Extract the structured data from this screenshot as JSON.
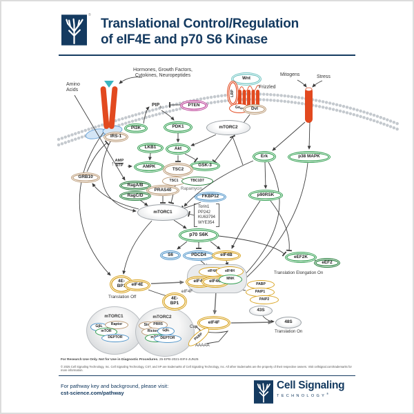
{
  "colors": {
    "brand_navy": "#143a60",
    "green": "#2f9e4e",
    "dark_green": "#1e7a35",
    "tan": "#bb9a76",
    "magenta": "#bb3d96",
    "blue": "#4f94c9",
    "gold": "#d8a21d",
    "orange": "#e2491f",
    "teal": "#6fc4c2",
    "gray": "#9aa0a5"
  },
  "header": {
    "title_line1": "Translational Control/Regulation",
    "title_line2": "of eIF4E and p70 S6 Kinase",
    "reg": "®"
  },
  "labels": {
    "amino_1": "Amino",
    "amino_2": "Acids",
    "hormones_1": "Hormones, Growth Factors,",
    "hormones_2": "Cytokines, Neuropeptides",
    "pip3_base": "PIP",
    "pip3_sub": "3",
    "frizzled": "Frizzled",
    "mitogens": "Mitogens",
    "stress": "Stress",
    "up_arrow": "↑",
    "amp": "AMP",
    "atp": "ATP",
    "rapamycin": "Rapamycin",
    "inhibitors": [
      "Torin1",
      "PP242",
      "KU63794",
      "WYE354"
    ],
    "translation_off": "Translation Off",
    "translation_elongation_on": "Translation Elongation On",
    "translation_on": "Translation On",
    "eif4f_complex_label": "eIF4F",
    "cap": "Cap",
    "poly_a": "AAAAA"
  },
  "nodes": {
    "irs1": {
      "label": "IRS-1"
    },
    "pi3k": {
      "label": "PI3K"
    },
    "pten": {
      "label": "PTEN"
    },
    "pdk1": {
      "label": "PDK1"
    },
    "mtorc2": {
      "label": "mTORC2"
    },
    "akt": {
      "label": "Akt"
    },
    "gsk3": {
      "label": "GSK-3"
    },
    "lkb1": {
      "label": "LKB1"
    },
    "ampk": {
      "label": "AMPK"
    },
    "tsc2": {
      "label": "TSC2"
    },
    "tsc1": {
      "label": "TSC1"
    },
    "tbc1d7": {
      "label": "TBC1D7"
    },
    "grb10": {
      "label": "GRB10"
    },
    "ragab": {
      "label": "RagA/B"
    },
    "ragcd": {
      "label": "RagC/D"
    },
    "pras40": {
      "label": "PRAS40"
    },
    "fkbp12": {
      "label": "FKBP12"
    },
    "mtorc1": {
      "label": "mTORC1"
    },
    "erk": {
      "label": "Erk"
    },
    "p38": {
      "label": "p38 MAPK"
    },
    "p90rsk": {
      "label": "p90RSK"
    },
    "p70s6k": {
      "label": "p70 S6K"
    },
    "s6": {
      "label": "S6"
    },
    "pdcd4": {
      "label": "PDCD4"
    },
    "eif4b": {
      "label": "eIF4B"
    },
    "eef2k": {
      "label": "eEF2K"
    },
    "eef2": {
      "label": "eEF2"
    },
    "fourebp": {
      "l1": "4E-",
      "l2": "BP1"
    },
    "eif4e": {
      "label": "eIF4E"
    },
    "eif4a": {
      "label": "eIF4A"
    },
    "eif4h": {
      "label": "eIF4H"
    },
    "eif4g": {
      "label": "eIF4G"
    },
    "mnk": {
      "label": "MNK"
    },
    "eif4f": {
      "label": "eIF4F"
    },
    "pabp": {
      "label": "PABP"
    },
    "paip1": {
      "label": "PAIP1"
    },
    "paip2": {
      "label": "PAIP2"
    },
    "s43": {
      "label": "43S"
    },
    "s48": {
      "label": "48S"
    },
    "wnt": {
      "label": "Wnt"
    },
    "lrp": {
      "label": "LRP"
    },
    "galpha": {
      "label": "Gα",
      "sub": "q/o"
    },
    "dvl": {
      "label": "Dvl"
    },
    "gbl": {
      "label": "GβL"
    },
    "raptor": {
      "label": "Raptor"
    },
    "mtor": {
      "label": "mTOR"
    },
    "deptor": {
      "label": "DEPTOR"
    },
    "sin1": {
      "label": "Sin1"
    },
    "prr5": {
      "label": "PRR5"
    },
    "rictor": {
      "label": "Rictor"
    }
  },
  "complexes": {
    "mtorc1": {
      "title": "mTORC1"
    },
    "mtorc2": {
      "title": "mTORC2"
    }
  },
  "footer": {
    "fine_print_bold": "For Research Use Only. Not for Use in Diagnostic Procedures.",
    "fine_print_code": "25-EPB-2021-EIF4-JUN25",
    "copyright": "© 2025 Cell Signaling Technology, Inc. Cell Signaling Technology, CST, and XP are trademarks of Cell Signaling Technology, Inc. All other trademarks are the property of their respective owners. Visit cellsignal.com/trademarks for more information.",
    "visit_line1": "For pathway key and background, please visit:",
    "visit_line2": "cst-science.com/pathway",
    "logo_name": "Cell Signaling",
    "logo_sub": "TECHNOLOGY",
    "logo_reg": "®"
  }
}
